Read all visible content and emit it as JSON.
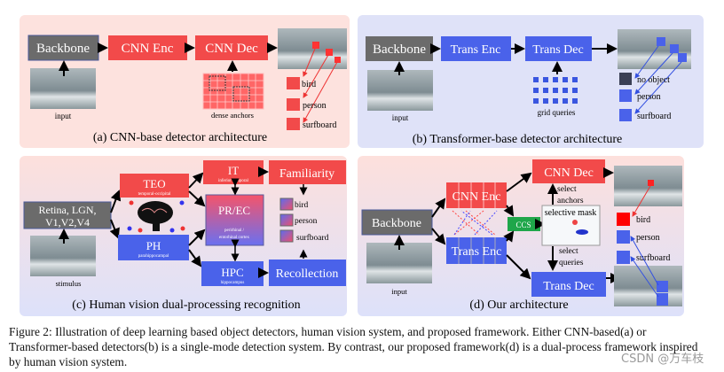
{
  "panel_a": {
    "backbone": "Backbone",
    "cnn_enc": "CNN Enc",
    "cnn_dec": "CNN Dec",
    "input": "input",
    "dense_anchors": "dense anchors",
    "labels": [
      "bird",
      "person",
      "surfboard"
    ],
    "caption": "(a) CNN-base detector architecture"
  },
  "panel_b": {
    "backbone": "Backbone",
    "trans_enc": "Trans Enc",
    "trans_dec": "Trans Dec",
    "input": "input",
    "grid_queries": "grid queries",
    "labels": [
      "no object",
      "person",
      "surfboard"
    ],
    "caption": "(b) Transformer-base detector architecture"
  },
  "panel_c": {
    "retina_line1": "Retina, LGN,",
    "retina_line2": "V1,V2,V4",
    "stimulus": "stimulus",
    "teo": "TEO",
    "teo_sub": "temporal-occipital",
    "ph": "PH",
    "ph_sub": "parahippocampal",
    "it": "IT",
    "it_sub": "inferior temporal",
    "prec": "PR/EC",
    "prec_sub1": "perirhinal /",
    "prec_sub2": "entorhinal cortex",
    "hpc": "HPC",
    "hpc_sub": "hippocampus",
    "familiarity": "Familiarity",
    "recollection": "Recollection",
    "labels": [
      "bird",
      "person",
      "surfboard"
    ],
    "caption": "(c) Human vision dual-processing recognition"
  },
  "panel_d": {
    "backbone": "Backbone",
    "cnn_enc": "CNN Enc",
    "trans_enc": "Trans Enc",
    "ccs": "CCS",
    "cnn_dec": "CNN Dec",
    "trans_dec": "Trans Dec",
    "selective_mask": "selective mask",
    "select_anchors_1": "select",
    "select_anchors_2": "anchors",
    "select_queries_1": "select",
    "select_queries_2": "queries",
    "input": "input",
    "labels": [
      "bird",
      "person",
      "surfboard"
    ],
    "caption": "(d) Our architecture"
  },
  "figure_caption": "Figure 2: Illustration of deep learning based object detectors, human vision system, and proposed framework. Either CNN-based(a) or Transformer-based detectors(b) is a single-mode detection system. By contrast, our proposed framework(d) is a dual-process framework inspired by human vision system.",
  "watermark": "CSDN @万车枝",
  "colors": {
    "red": "#f24a4a",
    "blue": "#4a62ea",
    "gray": "#6b6b6b",
    "green": "#1fa64a"
  }
}
